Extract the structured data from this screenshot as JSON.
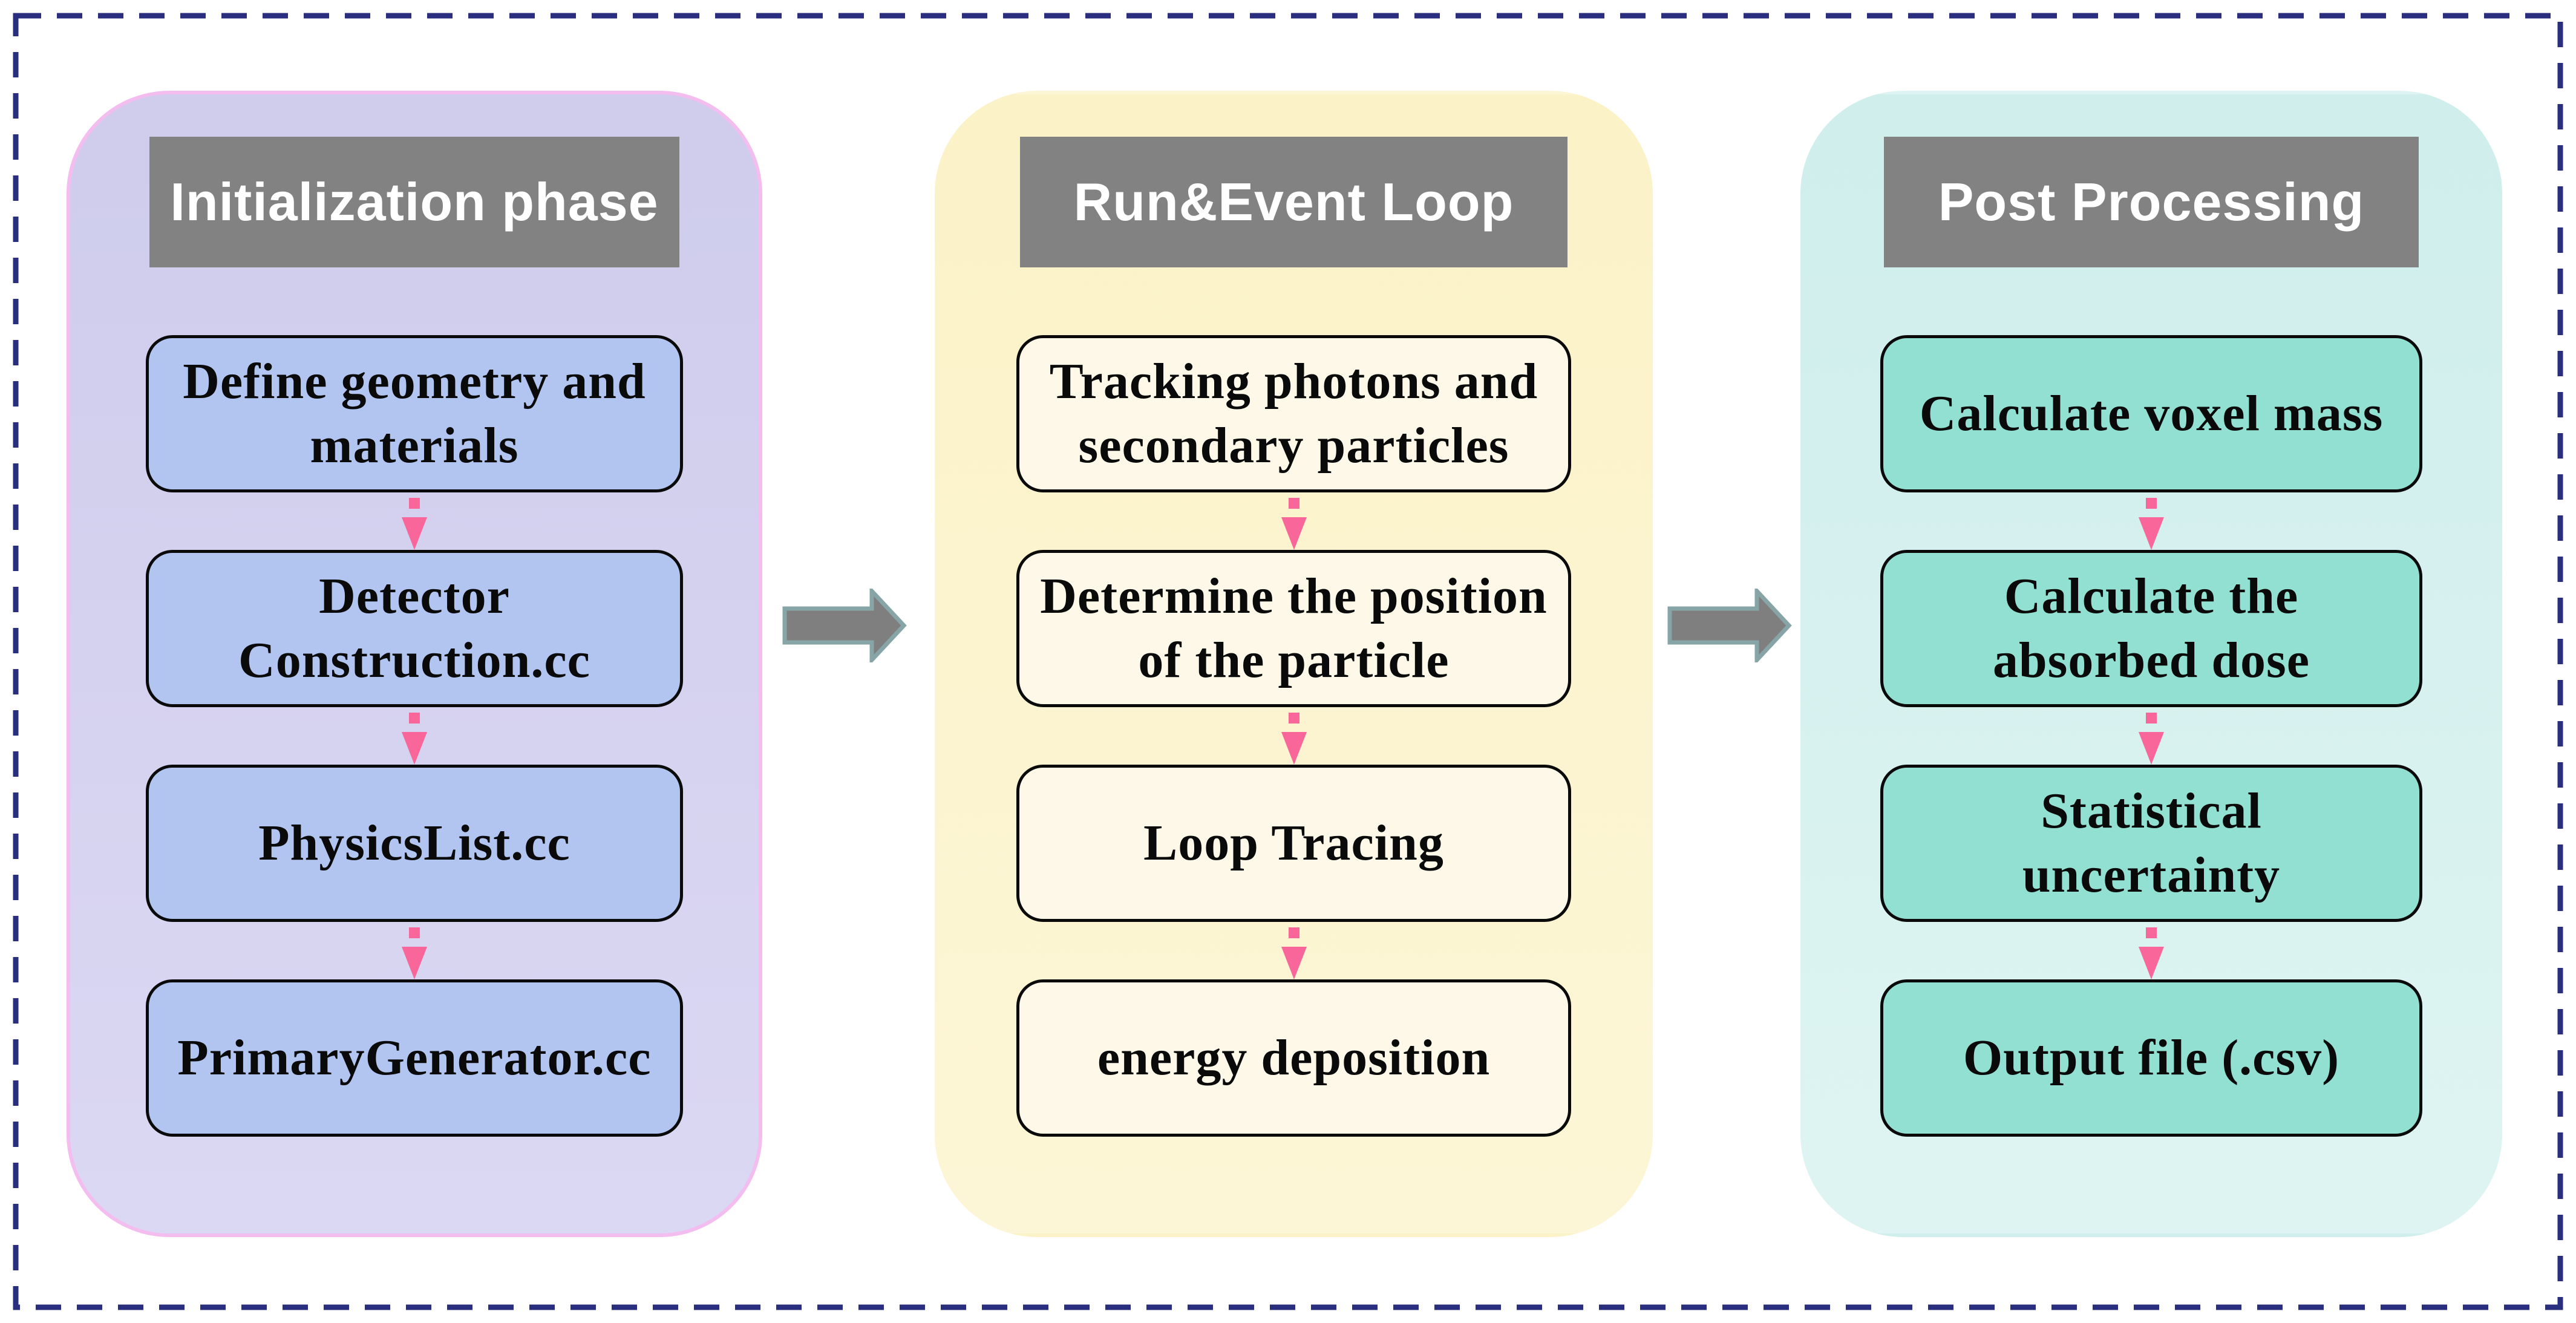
{
  "diagram": {
    "border_color": "#2a2e7f",
    "header_bg": "#828282",
    "header_fg": "#ffffff",
    "step_arrow_color": "#f9679a",
    "connector_fill": "#7f7f7f",
    "connector_stroke": "#87a5a7",
    "panels": [
      {
        "header": "Initialization phase",
        "panel_bg_top": "#cfccec",
        "panel_bg_bottom": "#dbd8f3",
        "panel_border": "#f4bdf0",
        "box_bg": "#b2c5f1",
        "boxes": [
          {
            "lines": [
              "Define geometry and",
              "materials"
            ]
          },
          {
            "lines": [
              "Detector",
              "Construction.cc"
            ]
          },
          {
            "lines": [
              "PhysicsList.cc"
            ]
          },
          {
            "lines": [
              "PrimaryGenerator.cc"
            ]
          }
        ]
      },
      {
        "header": "Run&Event Loop",
        "panel_bg_top": "#fbf2c8",
        "panel_bg_bottom": "#fdf6d6",
        "panel_border": "",
        "box_bg": "#fdf8e8",
        "boxes": [
          {
            "lines": [
              "Tracking photons and",
              "secondary particles"
            ]
          },
          {
            "lines": [
              "Determine the position",
              "of the particle"
            ]
          },
          {
            "lines": [
              "Loop Tracing"
            ]
          },
          {
            "lines": [
              "energy deposition"
            ]
          }
        ]
      },
      {
        "header": "Post Processing",
        "panel_bg_top": "#cfeeec",
        "panel_bg_bottom": "#def4f2",
        "panel_border": "",
        "box_bg": "#92e0d2",
        "boxes": [
          {
            "lines": [
              "Calculate voxel mass"
            ]
          },
          {
            "lines": [
              "Calculate the",
              "absorbed dose"
            ]
          },
          {
            "lines": [
              "Statistical",
              "uncertainty"
            ]
          },
          {
            "lines": [
              "Output file (.csv)"
            ]
          }
        ]
      }
    ]
  }
}
